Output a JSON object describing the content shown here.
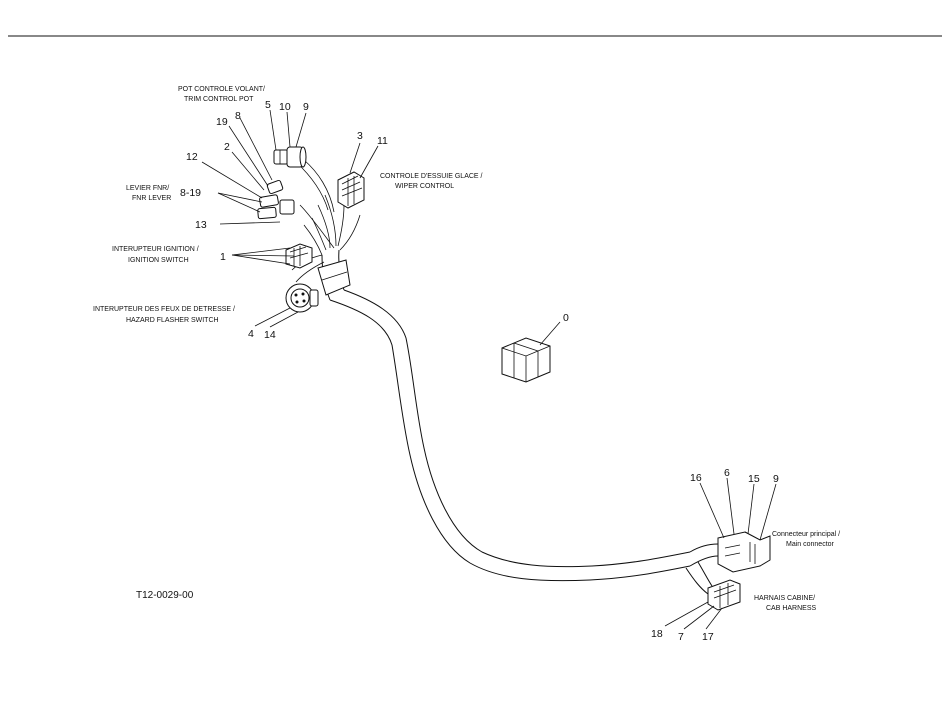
{
  "drawing_code": "T12-0029-00",
  "labels": {
    "trim_pot_fr": "POT CONTROLE VOLANT/",
    "trim_pot_en": "TRIM CONTROL POT",
    "fnr_fr": "LEVIER FNR/",
    "fnr_en": "FNR LEVER",
    "ignition_fr": "INTERUPTEUR IGNITION /",
    "ignition_en": "IGNITION SWITCH",
    "hazard_fr": "INTERUPTEUR DES FEUX DE DETRESSE /",
    "hazard_en": "HAZARD FLASHER SWITCH",
    "wiper_fr": "CONTROLE D'ESSUIE GLACE /",
    "wiper_en": "WIPER CONTROL",
    "main_connector_fr": "Connecteur principal /",
    "main_connector_en": "Main connector",
    "cab_harness_fr": "HARNAIS CABINE/",
    "cab_harness_en": "CAB HARNESS"
  },
  "callouts": {
    "c0": "0",
    "c1": "1",
    "c2": "2",
    "c3": "3",
    "c4": "4",
    "c5": "5",
    "c6": "6",
    "c7": "7",
    "c8": "8",
    "c8_19": "8-19",
    "c9_top": "9",
    "c9_conn": "9",
    "c10": "10",
    "c11": "11",
    "c12": "12",
    "c13": "13",
    "c14": "14",
    "c15": "15",
    "c16": "16",
    "c17": "17",
    "c18": "18",
    "c19": "19"
  }
}
